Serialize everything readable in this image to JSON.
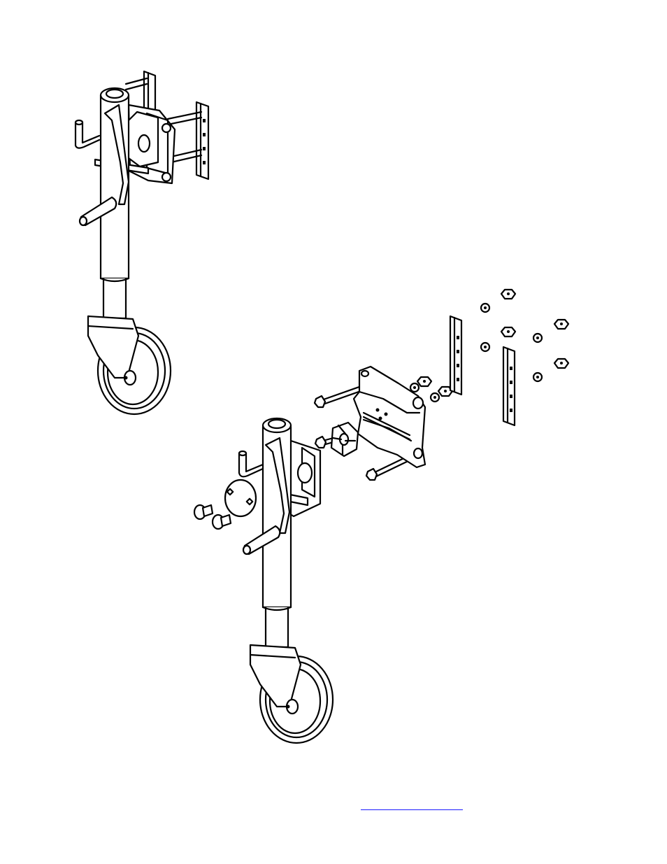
{
  "figure": {
    "assembled_view": "assembled-trailer-jack",
    "exploded_view": "exploded-trailer-jack",
    "parts": [
      "jack-tube",
      "crank-handle",
      "caster-wheel",
      "swivel-bracket",
      "mounting-plate",
      "u-bolts",
      "channel-straps",
      "nuts",
      "lock-washers",
      "carriage-bolts",
      "lock-disc",
      "pin-retainer"
    ]
  },
  "colors": {
    "line": "#000000",
    "link": "#1a1aff",
    "background": "#ffffff"
  }
}
